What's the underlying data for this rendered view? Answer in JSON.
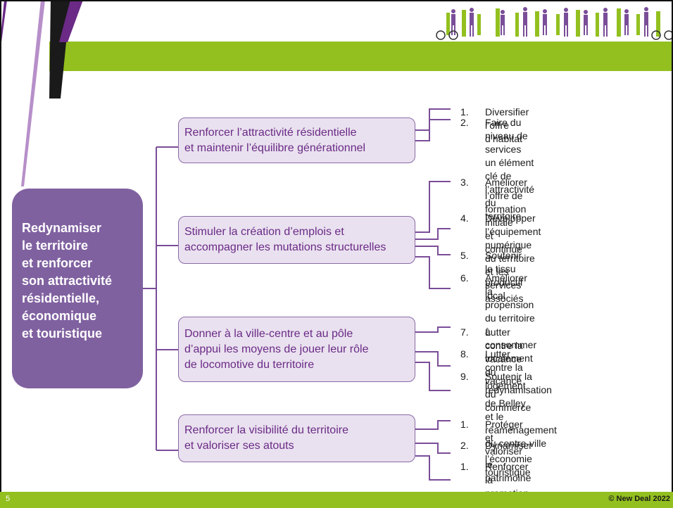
{
  "slide": {
    "page_number": "5",
    "copyright": "© New Deal 2022"
  },
  "root_text": "Redynamiser\nle territoire\net renforcer\nson attractivité\nrésidentielle,\néconomique\net touristique",
  "branches": [
    {
      "text": "Renforcer l’attractivité résidentielle\net maintenir l’équilibre générationnel",
      "items": [
        {
          "num": "1.",
          "text": "Diversifier l’offre d’habitat"
        },
        {
          "num": "2.",
          "text": "Faire du niveau de services un élément\nclé de l’attractivité du territoire"
        }
      ]
    },
    {
      "text": "Stimuler la création d’emplois et\naccompagner les mutations structurelles",
      "items": [
        {
          "num": "3.",
          "text": "Améliorer l’offre de formation initiale\net continue"
        },
        {
          "num": "4.",
          "text": "Développer l’équipement numérique\ndu territoire et les services associés"
        },
        {
          "num": "5.",
          "text": "Soutenir le tissu productif local"
        },
        {
          "num": "6.",
          "text": "Améliorer la propension du territoire\nà consommer localement"
        }
      ]
    },
    {
      "text": "Donner à la ville-centre et au pôle\nd’appui les moyens de jouer leur rôle\nde locomotive du territoire",
      "items": [
        {
          "num": "7.",
          "text": "Lutter contre la vacance du logement"
        },
        {
          "num": "8.",
          "text": "Lutter contre la vacance du commerce"
        },
        {
          "num": "9.",
          "text": "Soutenir la redynamisation de Belley\net le réaménagement du centre-ville"
        }
      ]
    },
    {
      "text": "Renforcer la visibilité du territoire\net valoriser ses atouts",
      "items": [
        {
          "num": "1.",
          "text": "Protéger et valoriser le patrimoine"
        },
        {
          "num": "2.",
          "text": "Dynamiser l’économie touristique"
        },
        {
          "num": "1.",
          "text": "Renforcer la promotion du territoire"
        }
      ]
    }
  ],
  "colors": {
    "accent_green": "#93c01f",
    "root_purple": "#8061a0",
    "box_fill": "#e9e1ef",
    "connector": "#7a4d98",
    "branch_text": "#6a2a86"
  }
}
